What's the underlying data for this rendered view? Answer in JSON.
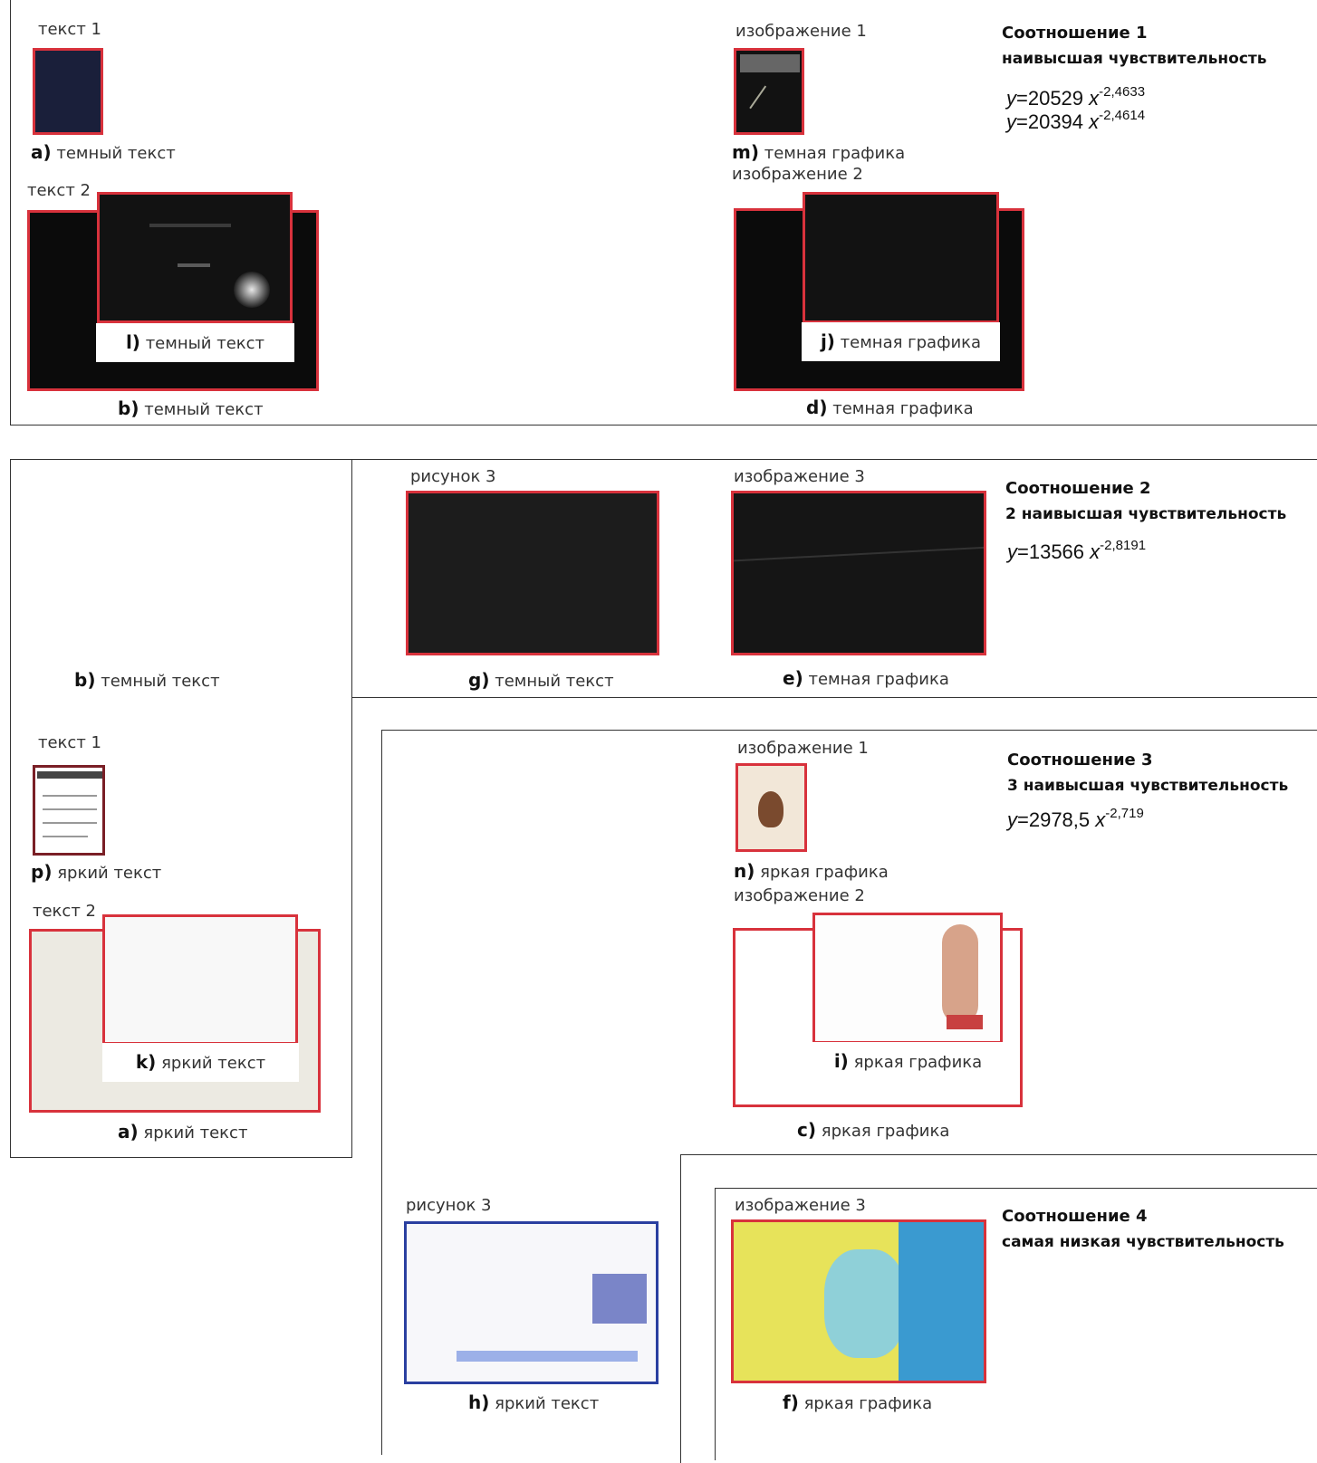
{
  "panel1": {
    "text1": "текст 1",
    "cap_a": {
      "letter": "a)",
      "text": "темный текст"
    },
    "text2": "текст 2",
    "cap_l": {
      "letter": "l)",
      "text": "темный текст"
    },
    "cap_b": {
      "letter": "b)",
      "text": "темный текст"
    },
    "image1": "изображение 1",
    "cap_m": {
      "letter": "m)",
      "text": "темная графика"
    },
    "image2": "изображение 2",
    "cap_j": {
      "letter": "j)",
      "text": "темная графика"
    },
    "cap_d": {
      "letter": "d)",
      "text": "темная графика"
    },
    "ratio_title": "Соотношение 1",
    "ratio_sub": "наивысшая чувствительность",
    "eq1": {
      "lhs": "y",
      "coef": "=20529",
      "var": "x",
      "exp": "-2,4633"
    },
    "eq2": {
      "lhs": "y",
      "coef": "=20394",
      "var": "x",
      "exp": "-2,4614"
    }
  },
  "panel2": {
    "figure3": "рисунок 3",
    "cap_g": {
      "letter": "g)",
      "text": "темный текст"
    },
    "image3": "изображение 3",
    "cap_e": {
      "letter": "e)",
      "text": "темная графика"
    },
    "cap_b": {
      "letter": "b)",
      "text": "темный текст"
    },
    "ratio_title": "Соотношение 2",
    "ratio_sub": "2 наивысшая чувствительность",
    "eq": {
      "lhs": "y",
      "coef": "=13566",
      "var": "x",
      "exp": "-2,8191"
    }
  },
  "panel3": {
    "text1": "текст 1",
    "cap_p": {
      "letter": "p)",
      "text": "яркий текст"
    },
    "text2": "текст 2",
    "cap_k": {
      "letter": "k)",
      "text": "яркий текст"
    },
    "cap_a": {
      "letter": "a)",
      "text": "яркий текст"
    },
    "image1": "изображение 1",
    "cap_n": {
      "letter": "n)",
      "text": "яркая графика"
    },
    "image2": "изображение 2",
    "cap_i": {
      "letter": "i)",
      "text": "яркая графика"
    },
    "cap_c": {
      "letter": "c)",
      "text": "яркая графика"
    },
    "ratio_title": "Соотношение 3",
    "ratio_sub": "3 наивысшая чувствительность",
    "eq": {
      "lhs": "y",
      "coef": "=2978,5",
      "var": "x",
      "exp": "-2,719"
    }
  },
  "panel4": {
    "figure3": "рисунок 3",
    "cap_h": {
      "letter": "h)",
      "text": "яркий текст"
    },
    "image3": "изображение 3",
    "cap_f": {
      "letter": "f)",
      "text": "яркая графика"
    },
    "ratio_title": "Соотношение 4",
    "ratio_sub": "самая низкая чувствительность"
  },
  "colors": {
    "frame": "#d8323c",
    "dark": "#121212",
    "border": "#333333"
  }
}
